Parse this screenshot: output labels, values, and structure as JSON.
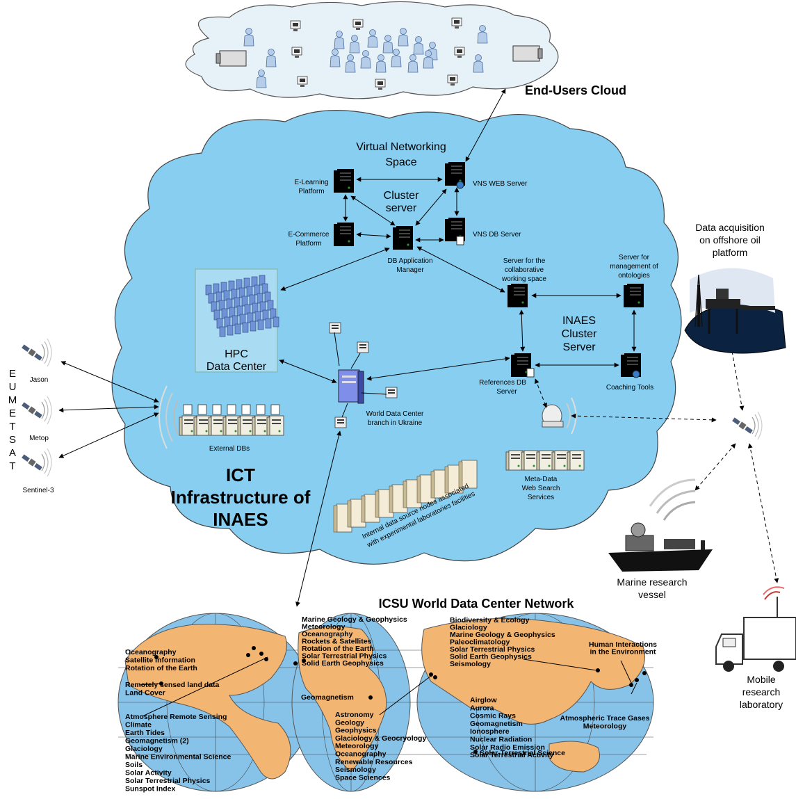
{
  "clouds": {
    "end_users": "End-Users Cloud",
    "vns_line1": "Virtual Networking",
    "vns_line2": "Space",
    "ict_line1": "ICT",
    "ict_line2": "Infrastructure of",
    "ict_line3": "INAES"
  },
  "servers": {
    "elearning_1": "E-Learning",
    "elearning_2": "Platform",
    "ecommerce_1": "E-Commerce",
    "ecommerce_2": "Platform",
    "cluster_1": "Cluster",
    "cluster_2": "server",
    "vns_web": "VNS WEB Server",
    "vns_db": "VNS DB Server",
    "dbapp_1": "DB Application",
    "dbapp_2": "Manager",
    "collab_1": "Server for the",
    "collab_2": "collaborative",
    "collab_3": "working space",
    "onto_1": "Server for",
    "onto_2": "management of",
    "onto_3": "ontologies",
    "inaes_1": "INAES",
    "inaes_2": "Cluster",
    "inaes_3": "Server",
    "refdb_1": "References DB",
    "refdb_2": "Server",
    "coaching": "Coaching Tools",
    "hpc_1": "HPC",
    "hpc_2": "Data Center",
    "wdc_1": "World Data Center",
    "wdc_2": "branch in Ukraine",
    "external_dbs": "External DBs",
    "meta_1": "Meta-Data",
    "meta_2": "Web Search",
    "meta_3": "Services",
    "internal_1": "Internal data source nodes associated",
    "internal_2": "with experimental laboratories facilities"
  },
  "satellites": {
    "agency_letters": [
      "E",
      "U",
      "M",
      "E",
      "T",
      "S",
      "A",
      "T"
    ],
    "jason": "Jason",
    "metop": "Metop",
    "sentinel": "Sentinel-3"
  },
  "external": {
    "oil_1": "Data acquisition",
    "oil_2": "on offshore oil",
    "oil_3": "platform",
    "vessel_1": "Marine research",
    "vessel_2": "vessel",
    "lab_1": "Mobile",
    "lab_2": "research",
    "lab_3": "laboratory"
  },
  "wdc_network": {
    "title": "ICSU World Data Center Network",
    "americas_top": [
      "Oceanography",
      "Satellite Information",
      "Rotation of the Earth"
    ],
    "americas_mid": [
      "Remotely sensed land data",
      "Land Cover"
    ],
    "americas_bottom": [
      "Atmosphere Remote Sensing",
      "Climate",
      "Earth Tides",
      "Geomagnetism (2)",
      "Glaciology",
      "Marine Environmental Science",
      "Soils",
      "Solar Activity",
      "Solar Terrestrial Physics",
      "Sunspot Index"
    ],
    "europe": [
      "Marine Geology & Geophysics",
      "Meteorology",
      "Oceanography",
      "Rockets & Satellites",
      "Rotation of the Earth",
      "Solar Terrestrial Physics",
      "Solid Earth Geophysics"
    ],
    "geomagnetism": "Geomagnetism",
    "russia": [
      "Astronomy",
      "Geology",
      "Geophysics",
      "Glaciology & Geocryology",
      "Meteorology",
      "Oceanography",
      "Renewable Resources",
      "Seismology",
      "Space Sciences"
    ],
    "asia_top": [
      "Biodiversity & Ecology",
      "Glaciology",
      "Marine Geology & Geophysics",
      "Paleoclimatology",
      "Solar Terrestrial Physics",
      "Solid Earth Geophysics",
      "Seismology"
    ],
    "human": [
      "Human Interactions",
      "in the Environment"
    ],
    "japan": [
      "Airglow",
      "Aurora",
      "Cosmic Rays",
      "Geomagnetism",
      "Ionosphere",
      "Nuclear Radiation",
      "Solar Radio Emission",
      "Solar Terrestrial Activity"
    ],
    "atmos": [
      "Atmospheric Trace Gases",
      "Meteorology"
    ],
    "solar_terrestrial": "Solar-Terrestrial Science"
  },
  "colors": {
    "cloud_blue": "#87cef0",
    "end_users_cloud": "#e7f1f8",
    "land": "#f2b572",
    "ocean": "#87c3e8"
  },
  "icons": [
    "server-icon",
    "person-icon",
    "satellite-icon",
    "antenna-icon",
    "oil-platform-icon",
    "ship-icon",
    "truck-icon",
    "globe-map-icon",
    "hpc-rack-icon"
  ]
}
